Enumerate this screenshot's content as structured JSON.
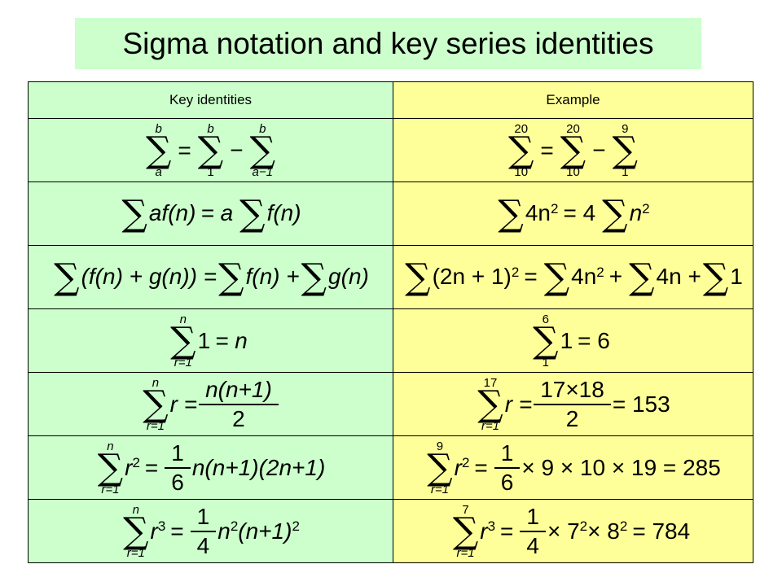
{
  "title": "Sigma notation and key series identities",
  "headers": {
    "left": "Key identities",
    "right": "Example"
  },
  "r1": {
    "b": "b",
    "a": "a",
    "one": "1",
    "am1": "a−1",
    "e20": "20",
    "e10": "10",
    "e9": "9",
    "e1": "1"
  },
  "r2": {
    "lhs": "af(n)",
    "eq": "= a",
    "fn": "f(n)",
    "ex_a": "4n",
    "ex_sq": "2",
    "ex_b": "= 4",
    "ex_c": "n",
    "ex_sq2": "2"
  },
  "r3": {
    "lhs": "(f(n) + g(n)) =",
    "fn": "f(n) +",
    "gn": "g(n)",
    "ex_a": "(2n + 1)",
    "ex_sq": "2",
    "ex_b": "=",
    "ex_c": "4n",
    "ex_sq2": "2",
    "ex_d": "+",
    "ex_e": "4n +",
    "ex_f": "1"
  },
  "r4": {
    "up": "n",
    "lo": "r=1",
    "one": "1",
    "rhs": "= n",
    "e_up": "6",
    "e_lo": "1",
    "e_one": "1",
    "e_rhs": "= 6"
  },
  "r5": {
    "up": "n",
    "lo": "r=1",
    "r": "r =",
    "nu": "n(n+1)",
    "de": "2",
    "e_up": "17",
    "e_lo": "r=1",
    "e_r": "r =",
    "e_nu": "17×18",
    "e_de": "2",
    "e_rhs": "= 153"
  },
  "r6": {
    "up": "n",
    "lo": "r=1",
    "r": "r",
    "sq": "2",
    "eq": "=",
    "nu": "1",
    "de": "6",
    "rest": "n(n+1)(2n+1)",
    "e_up": "9",
    "e_lo": "r=1",
    "e_r": "r",
    "e_sq": "2",
    "e_eq": "=",
    "e_nu": "1",
    "e_de": "6",
    "e_rest": "× 9 × 10 × 19 = 285"
  },
  "r7": {
    "up": "n",
    "lo": "r=1",
    "r": "r",
    "cu": "3",
    "eq": "=",
    "nu": "1",
    "de": "4",
    "rest_a": "n",
    "rest_sq": "2",
    "rest_b": "(n+1)",
    "rest_sq2": "2",
    "e_up": "7",
    "e_lo": "r=1",
    "e_r": "r",
    "e_cu": "3",
    "e_eq": "=",
    "e_nu": "1",
    "e_de": "4",
    "e_a": "× 7",
    "e_sq": "2",
    "e_b": "× 8",
    "e_sq2": "2",
    "e_c": "= 784"
  }
}
